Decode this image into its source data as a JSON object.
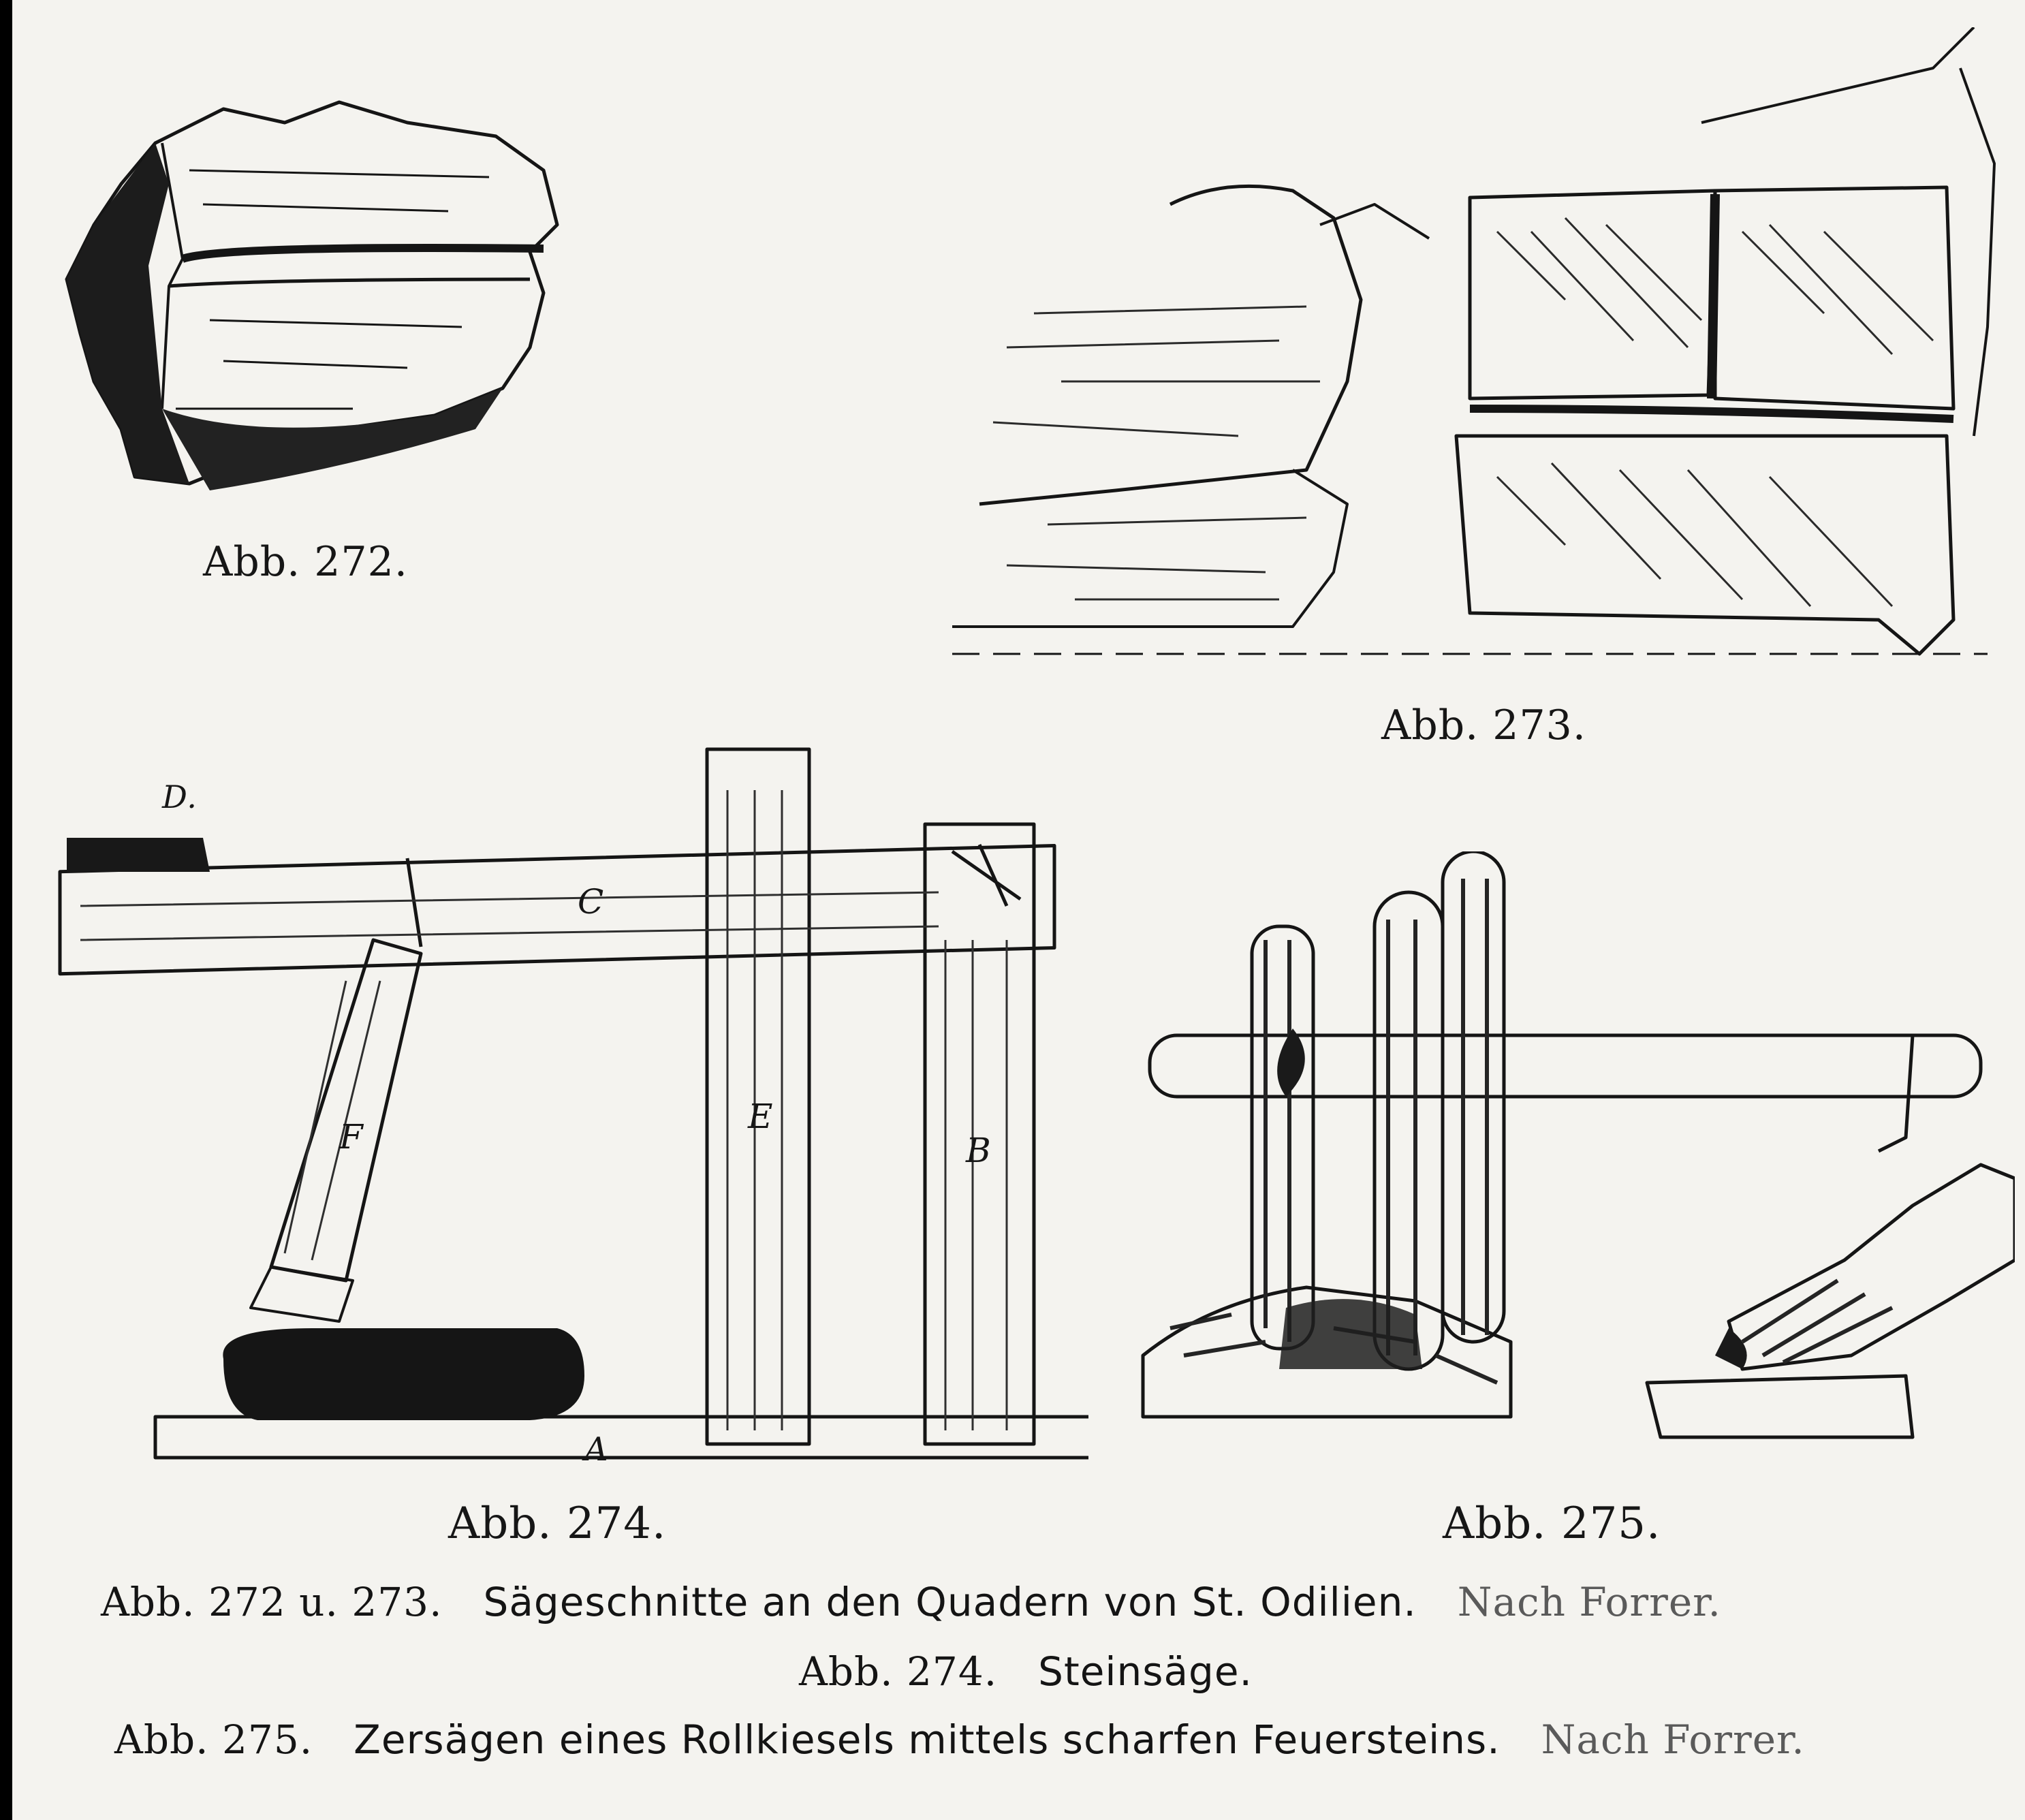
{
  "figures": {
    "fig272": {
      "label": "Abb. 272."
    },
    "fig273": {
      "label": "Abb. 273."
    },
    "fig274": {
      "label": "Abb. 274.",
      "letters": {
        "a": "A",
        "b": "B",
        "c": "C",
        "d": "D.",
        "e": "E",
        "f": "F"
      }
    },
    "fig275": {
      "label": "Abb. 275."
    }
  },
  "captions": {
    "line1": {
      "ref": "Abb. 272 u. 273.",
      "text": "Sägeschnitte an den Quadern von St. Odilien.",
      "source": "Nach Forrer."
    },
    "line2": {
      "ref": "Abb. 274.",
      "text": "Steinsäge."
    },
    "line3": {
      "ref": "Abb. 275.",
      "text": "Zersägen eines Rollkiesels mittels scharfen Feuersteins.",
      "source": "Nach Forrer."
    }
  },
  "colors": {
    "paper": "#f4f3ef",
    "ink": "#141414",
    "frame": "#000000"
  }
}
